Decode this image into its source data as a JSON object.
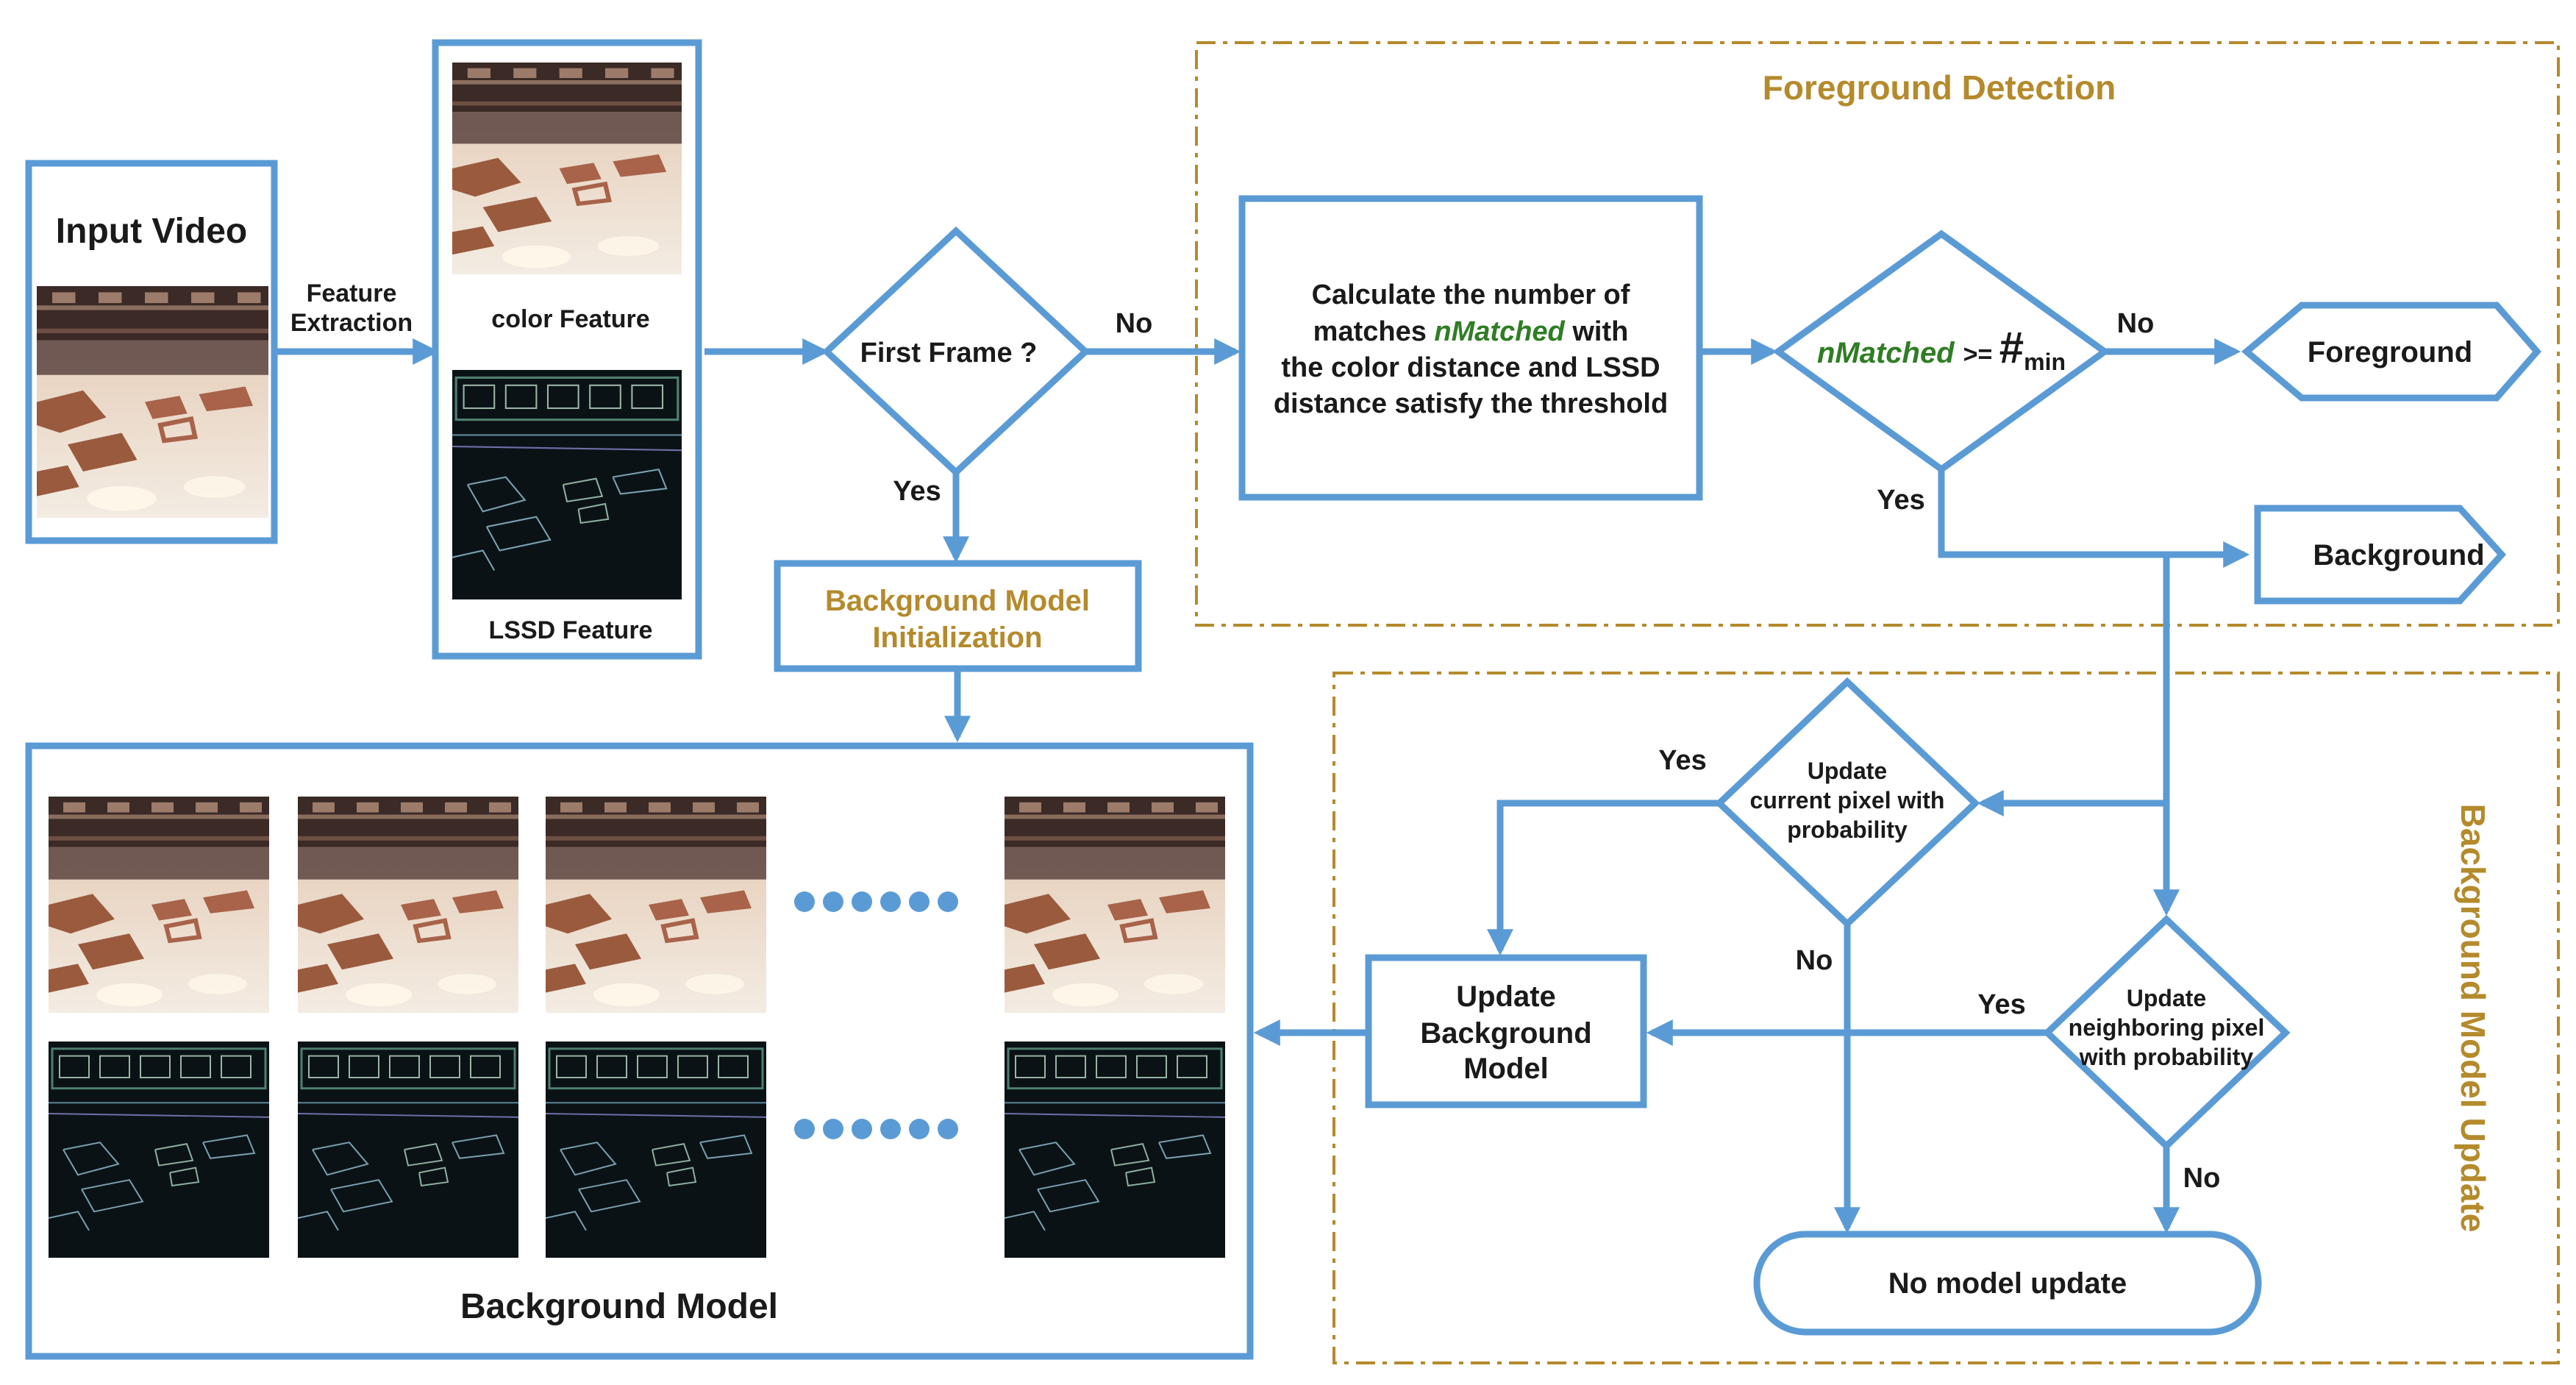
{
  "regions": {
    "foreground_detection": "Foreground Detection",
    "background_model_update": "Background Model Update"
  },
  "input": {
    "title": "Input Video"
  },
  "feature_extraction": {
    "line1": "Feature",
    "line2": "Extraction"
  },
  "features": {
    "color_label": "color Feature",
    "lssd_label": "LSSD Feature"
  },
  "first_frame": {
    "label": "First Frame ?"
  },
  "labels": {
    "yes": "Yes",
    "no": "No"
  },
  "init": {
    "line1": "Background Model",
    "line2": "Initialization"
  },
  "calculate": {
    "line1": "Calculate  the number of",
    "line2_pre": "matches ",
    "line2_var": "nMatched",
    "line2_post": " with",
    "line3": "the color distance and LSSD",
    "line4": "distance satisfy the threshold"
  },
  "condition": {
    "var": "nMatched",
    "op": ">= ",
    "hash": "#",
    "sub": "min"
  },
  "outputs": {
    "foreground": "Foreground",
    "background": "Background"
  },
  "update_current": {
    "line1": "Update",
    "line2": "current pixel with",
    "line3": "probability"
  },
  "update_neighbor": {
    "line1": "Update",
    "line2": "neighboring pixel",
    "line3": "with probability"
  },
  "update_model": {
    "line1": "Update",
    "line2": "Background",
    "line3": "Model"
  },
  "no_update": {
    "label": "No model update"
  },
  "background_model": {
    "title": "Background Model"
  },
  "colors": {
    "accent": "#5b9bd5",
    "region_border": "#b48a2c",
    "variable_text": "#2f7d24"
  }
}
